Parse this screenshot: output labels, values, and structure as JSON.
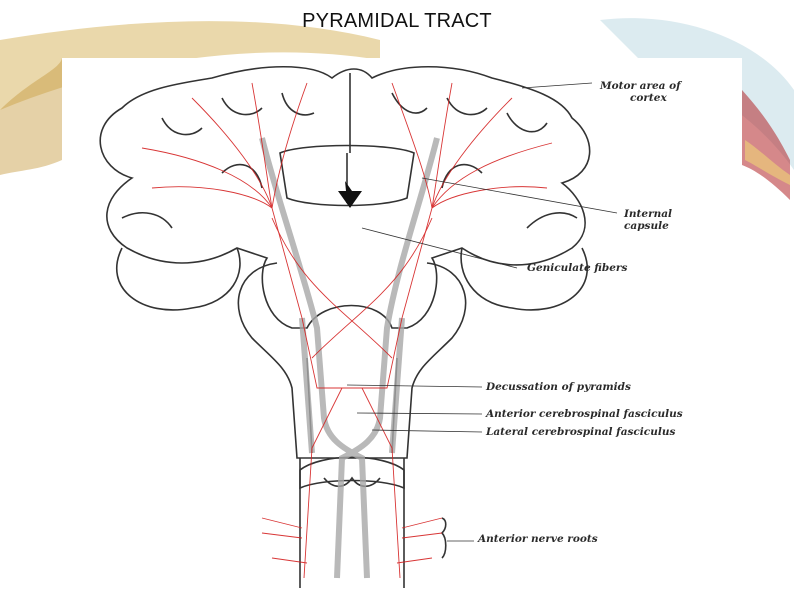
{
  "slide": {
    "title": "PYRAMIDAL TRACT",
    "accent_color": "#c8a44a"
  },
  "diagram": {
    "tract_color": "#d42020",
    "labels": {
      "motor_area": [
        "Motor area of",
        "cortex"
      ],
      "internal_capsule": [
        "Internal",
        "capsule"
      ],
      "geniculate": "Geniculate fibers",
      "decussation": "Decussation of pyramids",
      "anterior_fasciculus": "Anterior cerebrospinal fasciculus",
      "lateral_fasciculus": "Lateral cerebrospinal fasciculus",
      "anterior_roots": "Anterior nerve roots"
    }
  }
}
